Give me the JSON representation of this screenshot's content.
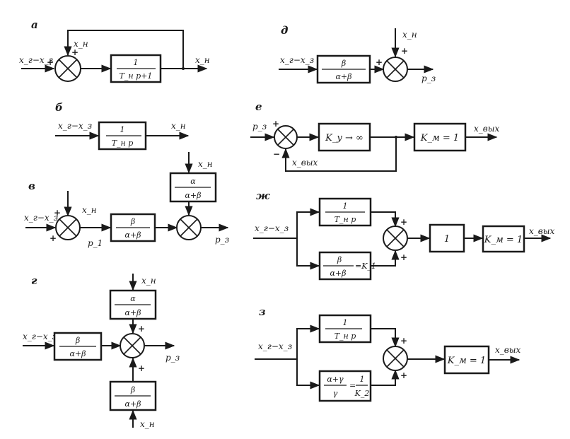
{
  "figure": {
    "description": "Structural block diagrams of control loops (8 variants)",
    "colors": {
      "ink": "#1a1a1a",
      "paper": "#ffffff"
    }
  },
  "diagrams": {
    "a": {
      "label": "а",
      "input": "x_г−x_з",
      "feedback_signal": "x_н",
      "output": "x_н",
      "block": {
        "num": "1",
        "den": "T_н p+1"
      },
      "signs": [
        "+",
        "+"
      ]
    },
    "b": {
      "label": "б",
      "input": "x_г−x_з",
      "output": "x_н",
      "block": {
        "num": "1",
        "den": "T_н p"
      }
    },
    "v": {
      "label": "в",
      "input": "x_г−x_з",
      "disturbance": "x_н",
      "inner_signal": "p_1",
      "block_main": {
        "num": "β",
        "den": "α+β"
      },
      "block_top_input": "x_н",
      "block_top": {
        "num": "α",
        "den": "α+β"
      },
      "output": "p_з",
      "signs": [
        "+",
        "+"
      ]
    },
    "g": {
      "label": "г",
      "input": "x_г−x_з",
      "block_left": {
        "num": "β",
        "den": "α+β"
      },
      "block_top_input": "x_н",
      "block_top": {
        "num": "α",
        "den": "α+β"
      },
      "block_bottom": {
        "num": "β",
        "den": "α+β"
      },
      "block_bottom_input": "x_н",
      "output": "p_з",
      "signs": [
        "+",
        "+"
      ]
    },
    "d": {
      "label": "д",
      "input": "x_г−x_з",
      "block": {
        "num": "β",
        "den": "α+β"
      },
      "disturbance": "x_н",
      "output": "p_з",
      "signs": [
        "+",
        "+"
      ]
    },
    "e": {
      "label": "е",
      "input": "p_з",
      "block_amp": {
        "text": "K_у → ∞"
      },
      "block_m": {
        "text": "K_м = 1"
      },
      "feedback_signal": "x_вых",
      "output": "x_вых",
      "signs": [
        "+",
        "−"
      ]
    },
    "zh": {
      "label": "ж",
      "input": "x_г−x_з",
      "block_top": {
        "num": "1",
        "den": "T_н p"
      },
      "block_bottom": {
        "num": "β",
        "den": "α+β",
        "suffix": "=K_1"
      },
      "block_unit": {
        "text": "1"
      },
      "block_m": {
        "text": "K_м = 1"
      },
      "output": "x_вых",
      "signs": [
        "+",
        "+"
      ]
    },
    "z": {
      "label": "з",
      "input": "x_г−x_з",
      "block_top": {
        "num": "1",
        "den": "T_н p"
      },
      "block_bottom": {
        "num": "α+γ",
        "den": "γ",
        "suffix_num": "1",
        "suffix_den": "K_2"
      },
      "block_m": {
        "text": "K_м = 1"
      },
      "output": "x_вых",
      "signs": [
        "+",
        "+"
      ]
    }
  }
}
